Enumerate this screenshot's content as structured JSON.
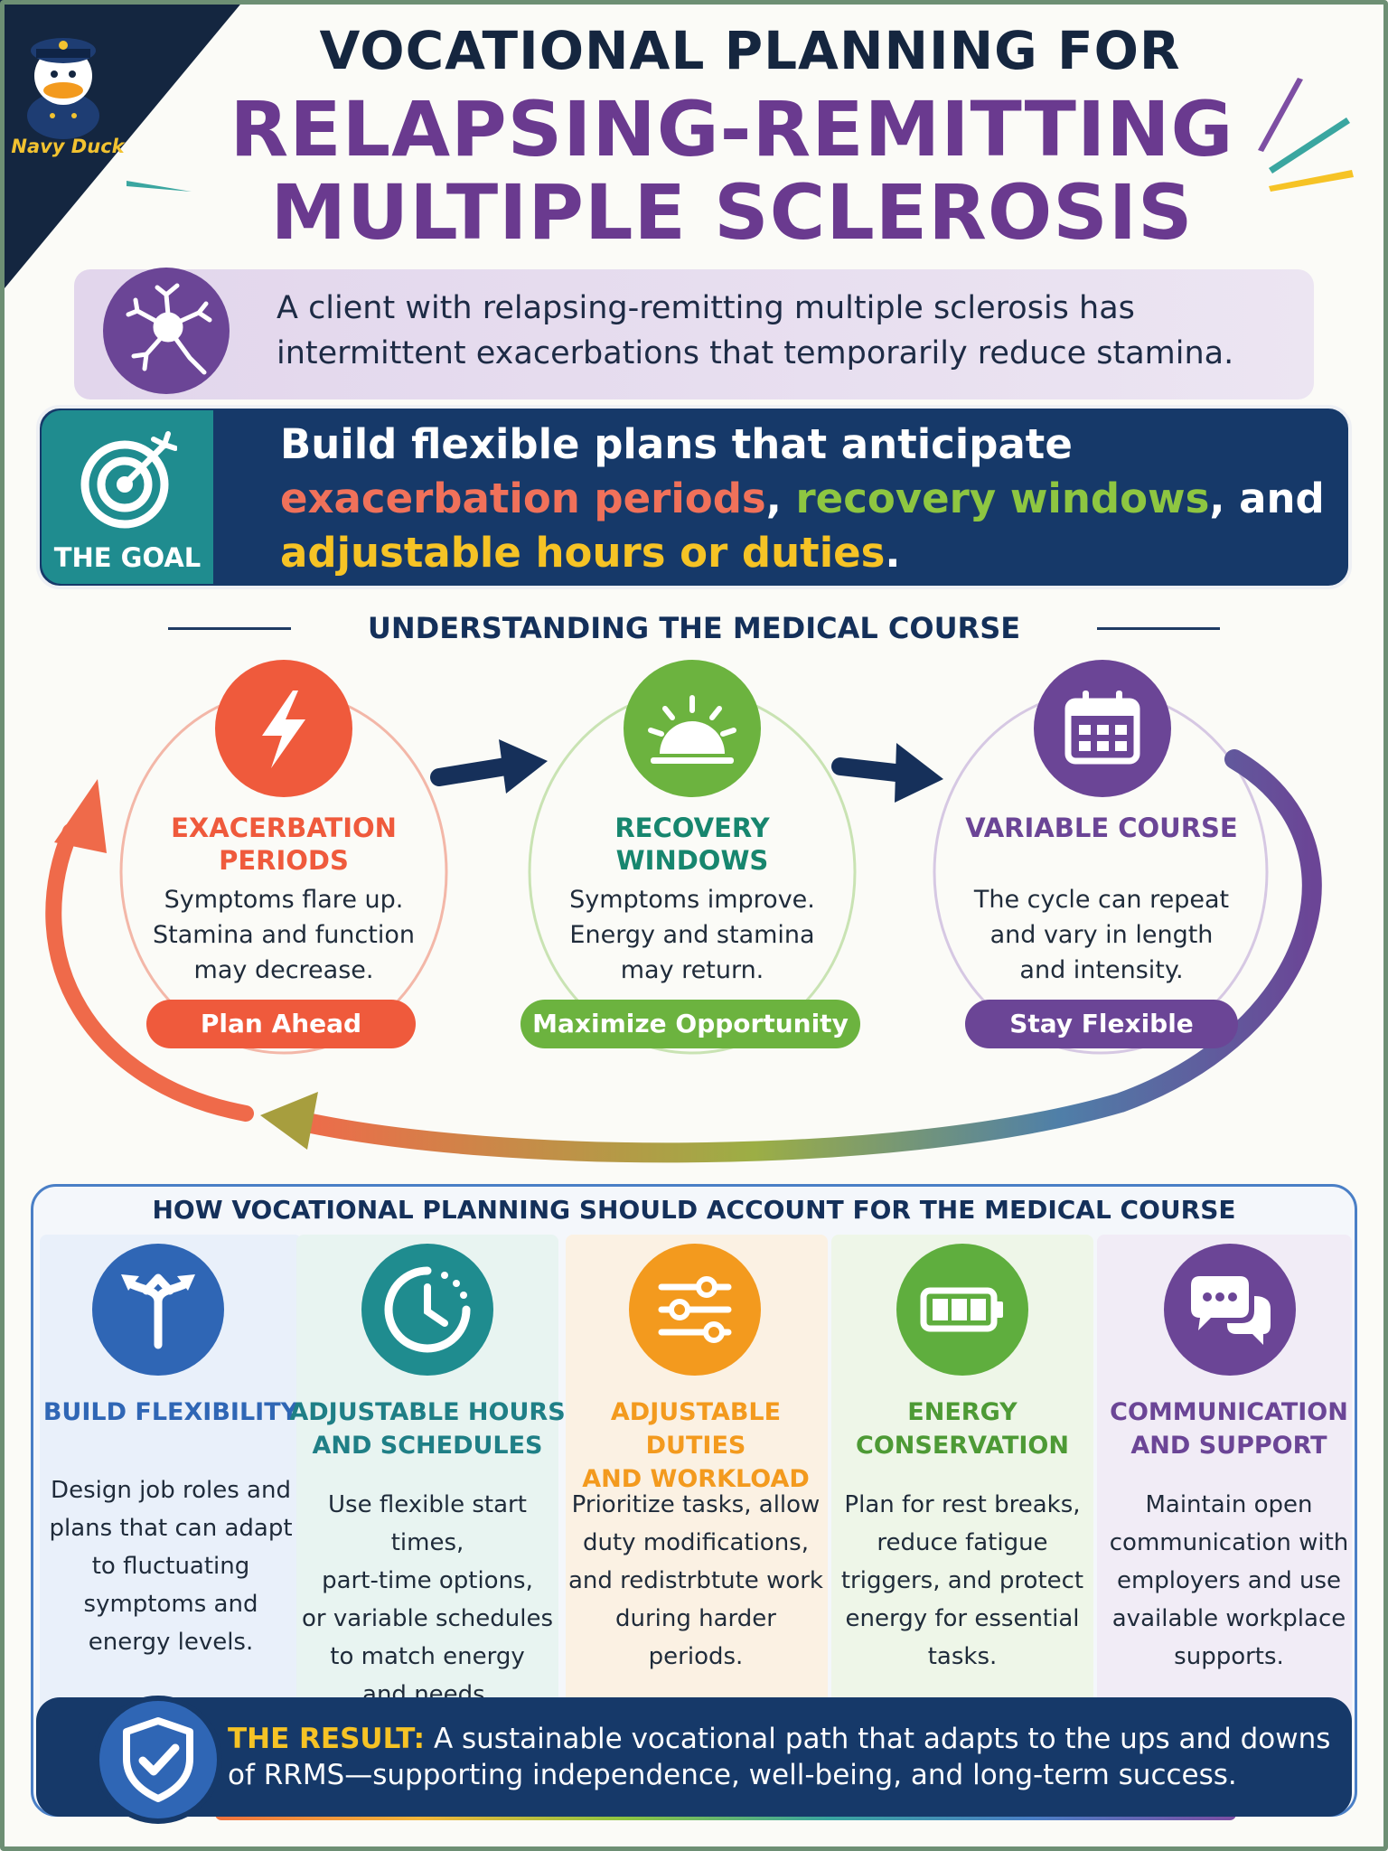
{
  "brand": {
    "name": "Navy Duck"
  },
  "title": {
    "line1": "VOCATIONAL PLANNING FOR",
    "line2": "RELAPSING-REMITTING",
    "line3": "MULTIPLE SCLEROSIS"
  },
  "intro": {
    "icon": "neuron-icon",
    "text": "A client with relapsing-remitting multiple sclerosis has intermittent exacerbations that temporarily reduce stamina."
  },
  "goal": {
    "label": "THE GOAL",
    "icon": "target-icon",
    "text_lead": "Build flexible plans that anticipate",
    "text_exacerbation": "exacerbation periods",
    "text_sep1": ",",
    "text_recovery": "recovery windows",
    "text_sep2": ", and",
    "text_adjustable": "adjustable hours or duties",
    "text_end": "."
  },
  "course": {
    "heading": "UNDERSTANDING THE MEDICAL COURSE",
    "stages": [
      {
        "title_line1": "EXACERBATION",
        "title_line2": "PERIODS",
        "desc_line1": "Symptoms flare up.",
        "desc_line2": "Stamina and function",
        "desc_line3": "may decrease.",
        "pill": "Plan Ahead",
        "icon": "lightning-icon",
        "color": "#ef5a3c"
      },
      {
        "title_line1": "RECOVERY",
        "title_line2": "WINDOWS",
        "desc_line1": "Symptoms improve.",
        "desc_line2": "Energy and stamina",
        "desc_line3": "may return.",
        "pill": "Maximize Opportunity",
        "icon": "sunrise-icon",
        "color": "#6cb33f"
      },
      {
        "title_line1": "VARIABLE COURSE",
        "title_line2": "",
        "desc_line1": "The cycle can repeat",
        "desc_line2": "and vary in length",
        "desc_line3": "and intensity.",
        "pill": "Stay Flexible",
        "icon": "calendar-icon",
        "color": "#6b4596"
      }
    ]
  },
  "planning": {
    "heading": "HOW VOCATIONAL PLANNING SHOULD ACCOUNT FOR THE MEDICAL COURSE",
    "columns": [
      {
        "title_line1": "BUILD FLEXIBILITY",
        "title_line2": "",
        "desc": [
          "Design job roles and",
          "plans that can adapt",
          "to fluctuating",
          "symptoms and",
          "energy levels."
        ],
        "icon": "branching-arrows-icon",
        "color": "#2f66b5"
      },
      {
        "title_line1": "ADJUSTABLE HOURS",
        "title_line2": "AND SCHEDULES",
        "desc": [
          "Use flexible start times,",
          "part-time options,",
          "or variable schedules",
          "to match energy",
          "and needs."
        ],
        "icon": "clock-icon",
        "color": "#1f8c8f"
      },
      {
        "title_line1": "ADJUSTABLE DUTIES",
        "title_line2": "AND WORKLOAD",
        "desc": [
          "Prioritize tasks, allow",
          "duty modifications,",
          "and redistrbtute work",
          "during harder",
          "periods."
        ],
        "icon": "sliders-icon",
        "color": "#f39a1e"
      },
      {
        "title_line1": "ENERGY",
        "title_line2": "CONSERVATION",
        "desc": [
          "Plan for rest breaks,",
          "reduce fatigue",
          "triggers, and protect",
          "energy for essential",
          "tasks."
        ],
        "icon": "battery-icon",
        "color": "#5fae3e"
      },
      {
        "title_line1": "COMMUNICATION",
        "title_line2": "AND SUPPORT",
        "desc": [
          "Maintain open",
          "communication with",
          "employers and use",
          "available workplace",
          "supports."
        ],
        "icon": "chat-bubbles-icon",
        "color": "#6b4596"
      }
    ]
  },
  "result": {
    "label": "THE RESULT:",
    "line1": "A sustainable vocational path that adapts to the ups and downs",
    "line2": "of RRMS—supporting independence, well-being, and long-term success.",
    "icon": "shield-check-icon"
  }
}
